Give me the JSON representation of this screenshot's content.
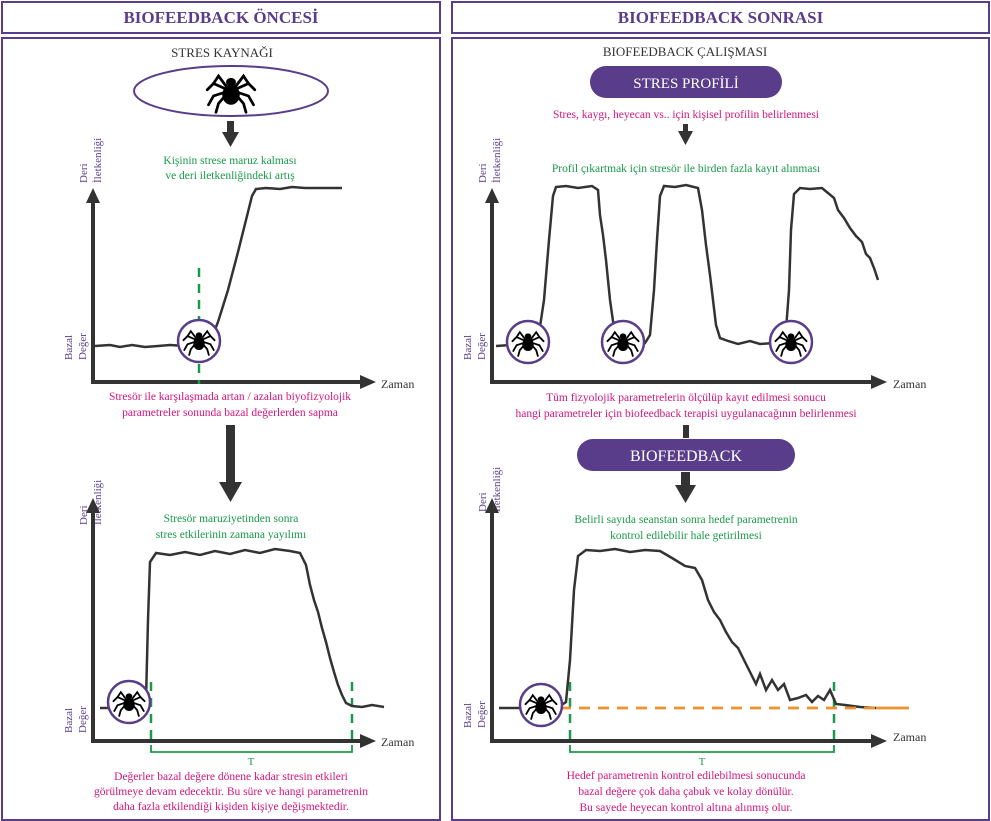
{
  "left": {
    "title": "BIOFEEDBACK ÖNCESİ",
    "subtitle": "STRES KAYNAĞI",
    "caption1": [
      "Kişinin strese maruz kalması",
      "ve deri iletkenliğindeki artış"
    ],
    "caption2": [
      "Stresör ile karşılaşmada artan / azalan biyofizyolojik",
      "parametreler sonunda bazal değerlerden sapma"
    ],
    "caption3": [
      "Stresör maruziyetinden sonra",
      "stres etkilerinin zamana yayılımı"
    ],
    "caption4": [
      "Değerler bazal değere dönene kadar stresin etkileri",
      "görülmeye devam edecektir. Bu süre ve hangi parametrenin",
      "daha fazla etkilendiği kişiden kişiye değişmektedir."
    ]
  },
  "right": {
    "title": "BIOFEEDBACK SONRASI",
    "subtitle": "BIOFEEDBACK ÇALIŞMASI",
    "pill1": "STRES PROFİLİ",
    "caption1": [
      "Stres, kaygı, heyecan vs.. için kişisel profilin belirlenmesi"
    ],
    "caption2": [
      "Profil çıkartmak için stresör ile birden fazla kayıt alınması"
    ],
    "caption3": [
      "Tüm fizyolojik parametrelerin ölçülüp kayıt edilmesi sonucu",
      "hangi parametreler için biofeedback terapisi uygulanacağının belirlenmesi"
    ],
    "pill2": "BIOFEEDBACK",
    "caption4": [
      "Belirli sayıda seanstan sonra hedef parametrenin",
      "kontrol edilebilir hale getirilmesi"
    ],
    "caption5": [
      "Hedef parametrenin kontrol edilebilmesi sonucunda",
      "bazal değere çok daha çabuk ve kolay dönülür.",
      "Bu sayede heyecan kontrol altına alınmış olur."
    ]
  },
  "axis": {
    "y_top": [
      "Deri",
      "İletkenliği"
    ],
    "y_bottom": [
      "Bazal",
      "Değer"
    ],
    "x": "Zaman",
    "t": "T"
  },
  "colors": {
    "purple": "#5a3d8a",
    "magenta": "#d6157a",
    "green": "#1a9a4a",
    "orange": "#f0922b",
    "curve": "#333333"
  }
}
